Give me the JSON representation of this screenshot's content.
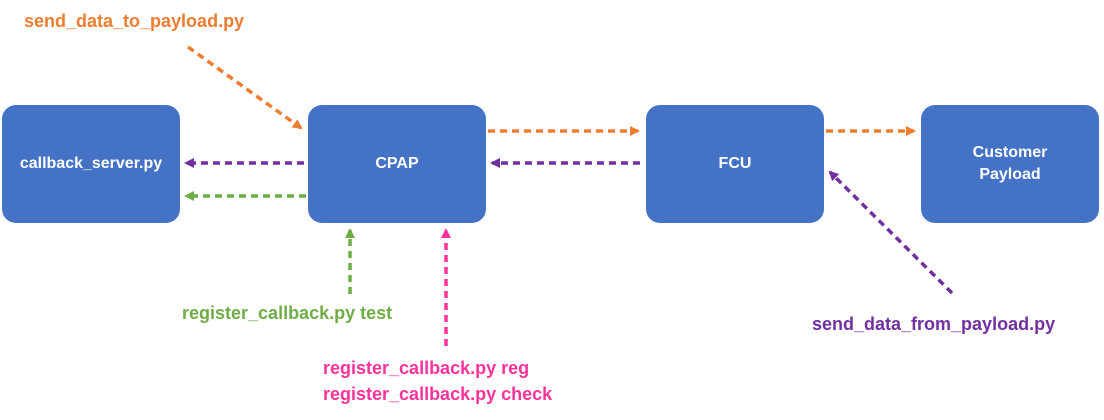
{
  "colors": {
    "box_fill": "#4472c4",
    "orange": "#ed7d31",
    "purple": "#7030a0",
    "green": "#70ad47",
    "pink": "#ff3399"
  },
  "boxes": {
    "callback_server": "callback_server.py",
    "cpap": "CPAP",
    "fcu": "FCU",
    "customer_payload": "Customer\nPayload"
  },
  "labels": {
    "send_data_to_payload": "send_data_to_payload.py",
    "register_callback_test": "register_callback.py test",
    "register_callback_reg": "register_callback.py reg",
    "register_callback_check": "register_callback.py check",
    "send_data_from_payload": "send_data_from_payload.py"
  }
}
